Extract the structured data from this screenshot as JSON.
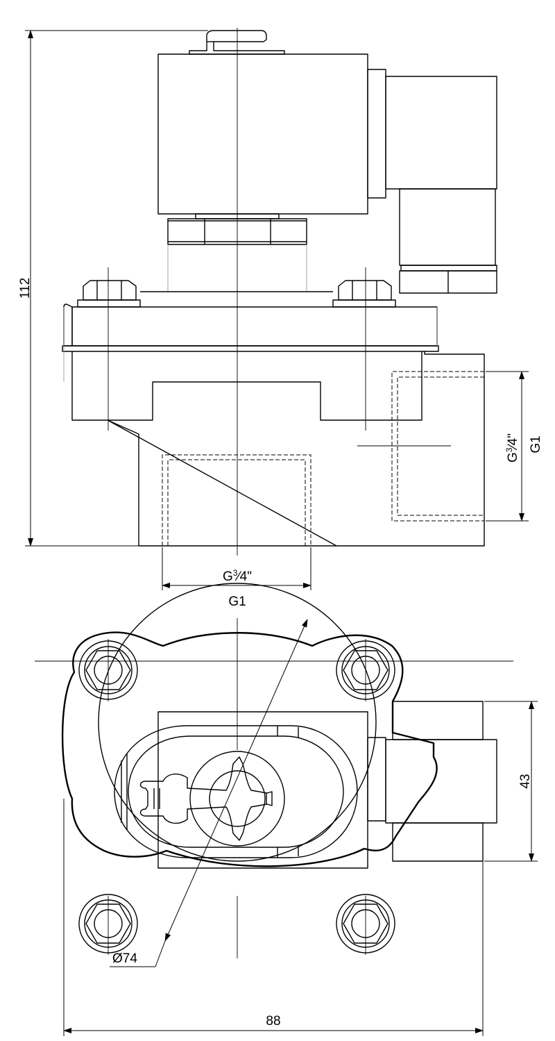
{
  "dimensions": {
    "height_total": "112",
    "port_side_outer": "G1",
    "port_side_inner_base": "G",
    "port_side_inner_sup": "3",
    "port_side_inner_rest": "⁄4\"",
    "port_bottom_inner_base": "G",
    "port_bottom_inner_sup": "3",
    "port_bottom_inner_rest": "⁄4\"",
    "port_bottom_outer": "G1",
    "connector_width": "43",
    "flange_diameter": "Ø74",
    "overall_width": "88"
  }
}
